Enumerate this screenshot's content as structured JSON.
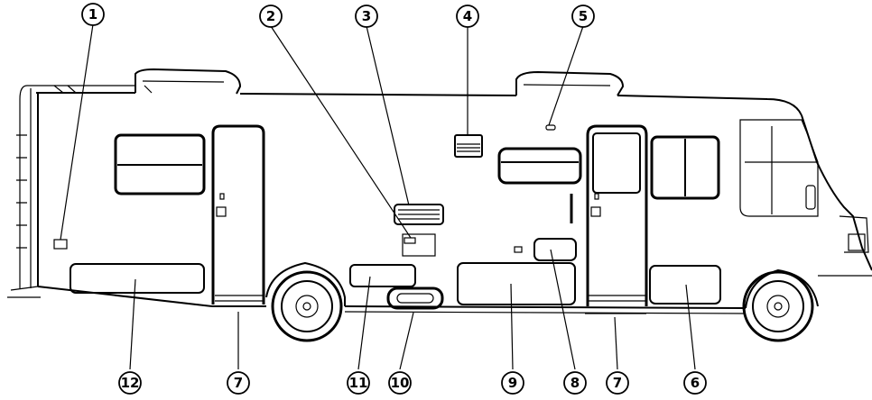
{
  "callouts": [
    {
      "id": "c1",
      "label": "1"
    },
    {
      "id": "c2",
      "label": "2"
    },
    {
      "id": "c3",
      "label": "3"
    },
    {
      "id": "c4",
      "label": "4"
    },
    {
      "id": "c5",
      "label": "5"
    },
    {
      "id": "c12",
      "label": "12"
    },
    {
      "id": "c7a",
      "label": "7"
    },
    {
      "id": "c11",
      "label": "11"
    },
    {
      "id": "c10",
      "label": "10"
    },
    {
      "id": "c9",
      "label": "9"
    },
    {
      "id": "c8",
      "label": "8"
    },
    {
      "id": "c7b",
      "label": "7"
    },
    {
      "id": "c6",
      "label": "6"
    }
  ]
}
